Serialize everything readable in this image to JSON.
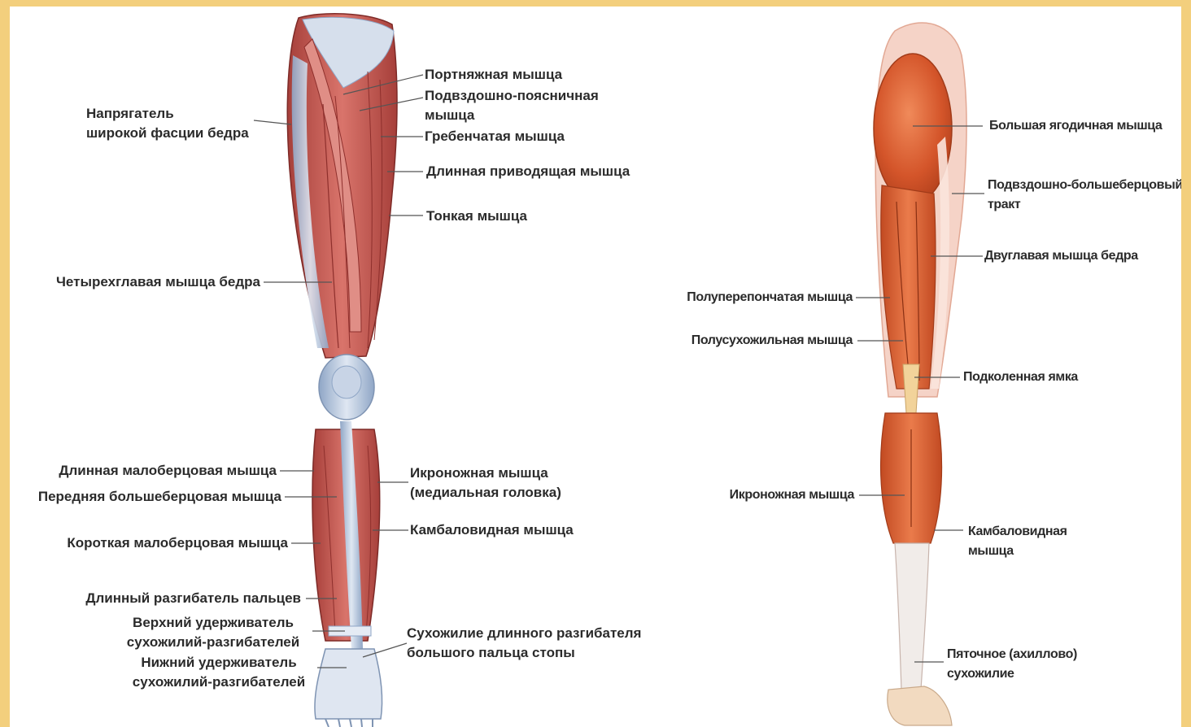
{
  "colors": {
    "frame": "#f3cf7d",
    "background": "#ffffff",
    "muscle": "#c9564d",
    "muscle_light": "#dc8078",
    "muscle_dark": "#8e2f2c",
    "tendon": "#aebfd8",
    "tendon_light": "#dbe3ef",
    "posterior_muscle": "#d85a2c",
    "posterior_light": "#ec8a5c",
    "fascia": "#f1c2b2",
    "label_text": "#2b2b2b",
    "leader_line": "#555555"
  },
  "anterior_view": {
    "labels": {
      "tensor_fasciae_latae": [
        "Напрягатель",
        "широкой фасции бедра"
      ],
      "sartorius": [
        "Портняжная мышца"
      ],
      "iliopsoas": [
        "Подвздошно-поясничная",
        "мышца"
      ],
      "pectineus": [
        "Гребенчатая мышца"
      ],
      "adductor_longus": [
        "Длинная приводящая мышца"
      ],
      "gracilis": [
        "Тонкая мышца"
      ],
      "quadriceps": [
        "Четырехглавая мышца бедра"
      ],
      "peroneus_longus": [
        "Длинная малоберцовая мышца"
      ],
      "tibialis_anterior": [
        "Передняя большеберцовая мышца"
      ],
      "gastrocnemius_medial": [
        "Икроножная мышца",
        "(медиальная головка)"
      ],
      "soleus": [
        "Камбаловидная мышца"
      ],
      "peroneus_brevis": [
        "Короткая малоберцовая мышца"
      ],
      "extensor_digitorum_longus": [
        "Длинный разгибатель пальцев"
      ],
      "superior_retinaculum": [
        "Верхний удерживатель",
        "сухожилий-разгибателей"
      ],
      "hallucis_tendon": [
        "Сухожилие длинного разгибателя",
        "большого пальца стопы"
      ],
      "inferior_retinaculum": [
        "Нижний удерживатель",
        "сухожилий-разгибателей"
      ]
    }
  },
  "posterior_view": {
    "labels": {
      "gluteus_maximus": [
        "Большая ягодичная мышца"
      ],
      "iliotibial_tract": [
        "Подвздошно-большеберцовый",
        "тракт"
      ],
      "biceps_femoris": [
        "Двуглавая мышца бедра"
      ],
      "semimembranosus": [
        "Полуперепончатая мышца"
      ],
      "semitendinosus": [
        "Полусухожильная мышца"
      ],
      "popliteal_fossa": [
        "Подколенная ямка"
      ],
      "gastrocnemius": [
        "Икроножная мышца"
      ],
      "soleus": [
        "Камбаловидная",
        "мышца"
      ],
      "achilles": [
        "Пяточное (ахиллово)",
        "сухожилие"
      ]
    }
  }
}
